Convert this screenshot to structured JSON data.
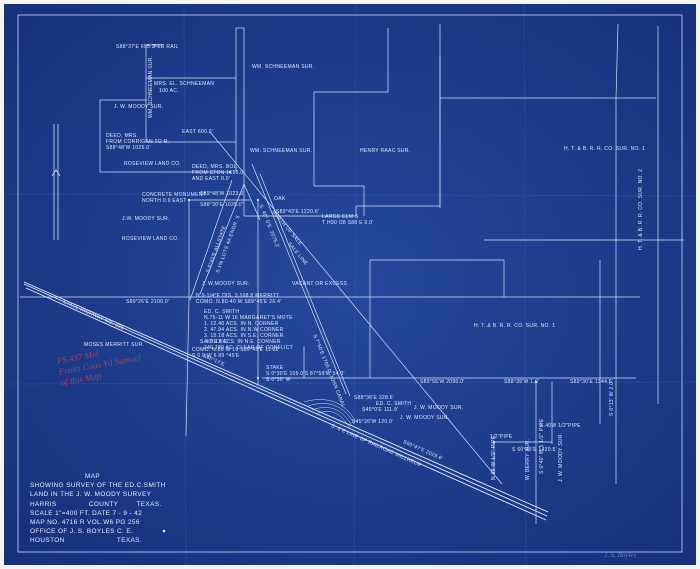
{
  "title_block": {
    "line1": "MAP",
    "line2": "SHOWING SURVEY OF THE ED.C.SMITH",
    "line3": "LAND IN THE J. W. MOODY SURVEY",
    "line4a": "HARRIS",
    "line4b": "COUNTY",
    "line4c": "TEXAS.",
    "line5": "SCALE 1\"=400 FT. DATE  7 - 9 - 42",
    "line6": "MAP NO. 4716 R    VOL.W6  PG 256",
    "line7": "OFFICE OF J. S. BOYLES  C. E.",
    "line8a": "HOUSTON",
    "line8b": "TEXAS."
  },
  "surveys": {
    "schneeman_top": "WM. SCHNEEMAN SUR.",
    "schneeman_left": "WM. SCHNEEMAN SUR.",
    "schneeman_mid": "WM. SCHNEEMAN SUR.",
    "mrs_schneeman": "MRS. EL. SCHNEEMAN",
    "moody_top": "J. W. MOODY SUR.",
    "moody_left": "J.W. MOODY SUR.",
    "moody_center": "J. W.MOODY SUR.",
    "moody_right": "J. W. MOODY SUR.",
    "roseview_upper": "ROSEVIEW LAND CO.",
    "roseview_lower": "ROSEVIEW LAND CO.",
    "henry_rauc": "HENRY RAAC SUR.",
    "htbrr_right": "H. T. & B. R. R. CO. SUR. NO. 1",
    "htbrr_lower": "H. T. & B. R. R. CO. SUR. NO. 1",
    "merritt": "MOSES MERRITT SUR.",
    "vacant": "VACANT   OR   EXCESS",
    "ed_smith": "ED. C. SMITH",
    "right_vertical": "H. T. & B. R. R. CO. SUR. NO. 2",
    "lower_right_vertical": "J. W. MOODY SUR."
  },
  "annotations": {
    "top_bearing": "S88°37'E  695.2'",
    "fee_rail": "FEE RAIL",
    "east_line": "EAST   600.0'",
    "deed_1": "DEED, MRS.",
    "deed_2": "FROM CORRIGAN TO R.",
    "deed_3": "S88°48'W  1025.0'",
    "deed_right_1": "DEED, MRS. BOL.",
    "deed_right_2": "FROM STON 1650.0'",
    "deed_right_3": "AND EAST 0.0'",
    "concrete_1": "CONCRETE MONUMENT",
    "concrete_2": "NORTH 0.9 EAST",
    "bearing_mid_1": "S89°48'W  1023.3'",
    "bearing_mid_2": "S88°30'E 1025.0'",
    "bearing_right": "S89°43'E 1220.6'",
    "oak": "OAK",
    "large_elm_1": "LARGE ELM S",
    "large_elm_2": "T H90 O8 S88 E 0.0'",
    "bearing_left": "S89°26'E 2100.0'",
    "smith_notes_1": "N.0-1/4°E DIS. 3,108.8 MERRITT",
    "smith_notes_2": "COMO. N.80-40 W S89°45'E 26.4'",
    "smith_notes_3": "ED. C. SMITH",
    "smith_notes_4": "N.75-11 W 16 MARGARET'S MOTE",
    "smith_notes_5": "1. 12.40 ACS. IN N. CORNER",
    "smith_notes_6": "2. 47.94 ACS. IN N.W CORNER",
    "smith_notes_7": "3. 15.18 ACS. IN S.E. CORNER",
    "smith_notes_8": "4. 5.13 ACS. IN N.E. CORNER",
    "smith_notes_9": "246.189 AC. CLEAR OF CONFLICT",
    "lower_notes_1": "S.40°E 6'C",
    "lower_notes_2": "COMO. N.89 W 16 S89°45'E 11.02'",
    "lower_notes_3": "S 0.9 W 6 89 °45'E",
    "stake_1": "STAKE",
    "stake_2": "S 0°30'E 105.0'S 87°59'W 54.0'",
    "stake_3": "S 0°30' W",
    "lower_bearing_1": "S89°55'W  2090.0'",
    "lower_bearing_2": "S88°39'W 1.0'",
    "right_bearing": "S89°30'E 1344.5'",
    "s_line_1": "S88°36'E 328.6'",
    "s_line_2": "S45°0'E 111.9'",
    "s_line_3": "S45°26'W 120.0'",
    "smith_lower": "ED. C. SMITH",
    "moody_lower": "J. W. MOODY SUR.",
    "bottom_rail": "S. 8 E LINE OF RAILROAD WILLHELM",
    "bottom_bearing": "S80°47'E  2029.6'",
    "state_hwy": "STATE HIGHWAY NO. 225",
    "right_bottom_1": "1/2\"PIPE",
    "right_bottom_2": "S.40W 1/2\"PIPE",
    "right_bottom_3": "S 60°45'E 1420.5'",
    "right_bottom_4": "S 0°40' W  1 1/2\" PIPE",
    "right_lower_vert": "N 89 W 1/2\" PIPE",
    "right_vert_2": "W. BERRY SUR.",
    "bottom_right_label": "S 0°13' W  2.0'",
    "diagonal_1": "NORTH OF SALE",
    "diagonal_2": "SALE    LINE",
    "diagonal_3": "S. 40° 0'E. 2075.2'",
    "diagonal_4": "S 7°50'E  1700.0' JOHN CANAL",
    "diag_left_1": "S 0°45'E ALLSTATE",
    "diag_left_2": "5.1% LOTS 4A ENGR. S",
    "handwritten_1": "PS 437 Mel",
    "handwritten_2": "Fruits Coas Yd Samuel",
    "handwritten_3": "of this Map"
  },
  "signature": "J. S. Boyles",
  "colors": {
    "paper": "#1e3f8f",
    "ink": "#dfe8ff",
    "border": "#f4f4f2",
    "handwriting": "#c24a5a"
  }
}
